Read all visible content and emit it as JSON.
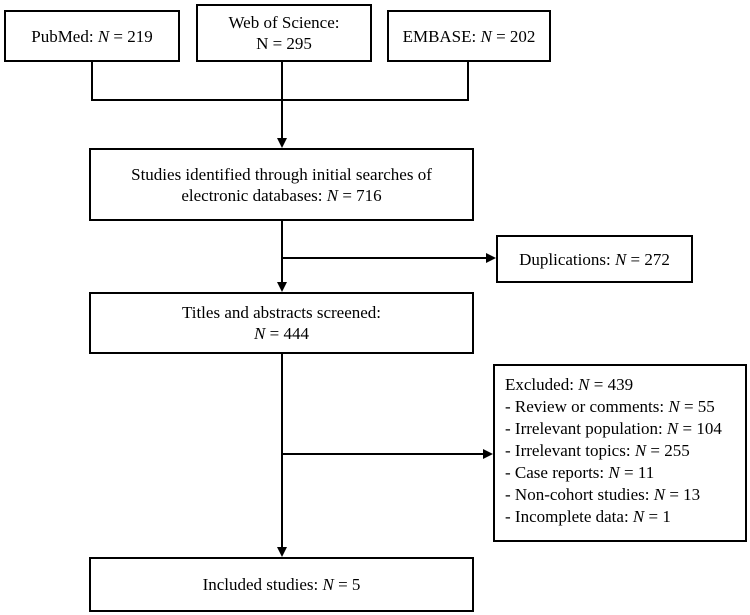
{
  "sources": [
    {
      "label": "PubMed: ",
      "symbol": "N",
      "rest": " = 219"
    },
    {
      "line1": "Web of Science:",
      "line2": "N = 295"
    },
    {
      "label": "EMBASE: ",
      "symbol": "N",
      "rest": " = 202"
    }
  ],
  "identified": {
    "line1": "Studies identified through initial searches of",
    "line2_label": "electronic databases: ",
    "symbol": "N",
    "rest": " = 716"
  },
  "duplications": {
    "label": "Duplications: ",
    "symbol": "N",
    "rest": " = 272"
  },
  "screened": {
    "line1": "Titles and abstracts screened:",
    "symbol": "N",
    "rest": " = 444"
  },
  "excluded": {
    "header_label": "Excluded: ",
    "header_symbol": "N",
    "header_rest": " = 439",
    "items": [
      {
        "label": "- Review or comments: ",
        "symbol": "N",
        "rest": " = 55"
      },
      {
        "label": "- Irrelevant population: ",
        "symbol": "N",
        "rest": " = 104"
      },
      {
        "label": "- Irrelevant topics: ",
        "symbol": "N",
        "rest": " = 255"
      },
      {
        "label": "- Case reports: ",
        "symbol": "N",
        "rest": " = 11"
      },
      {
        "label": "- Non-cohort studies: ",
        "symbol": "N",
        "rest": " = 13"
      },
      {
        "label": "- Incomplete data: ",
        "symbol": "N",
        "rest": " = 1"
      }
    ]
  },
  "included": {
    "label": "Included studies: ",
    "symbol": "N",
    "rest": " = 5"
  }
}
